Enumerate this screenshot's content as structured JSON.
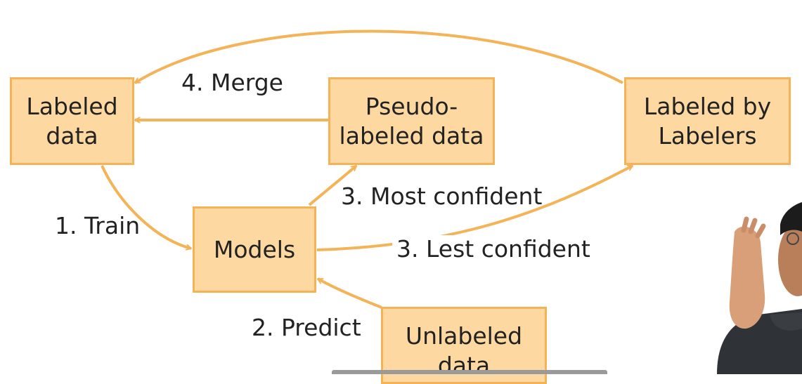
{
  "nodes": {
    "labeled_data": [
      "Labeled",
      "data"
    ],
    "pseudo_labeled": [
      "Pseudo-",
      "labeled data"
    ],
    "labeled_by_labelers": [
      "Labeled by",
      "Labelers"
    ],
    "models": [
      "Models"
    ],
    "unlabeled_data": [
      "Unlabeled",
      "data"
    ]
  },
  "edges": {
    "train": "1. Train",
    "predict": "2. Predict",
    "most_confident": "3. Most confident",
    "lest_confident": "3. Lest confident",
    "merge": "4. Merge"
  },
  "colors": {
    "box_fill": "#fdd8a0",
    "box_border": "#f4b356",
    "arrow": "#f4b356",
    "text": "#222222"
  }
}
